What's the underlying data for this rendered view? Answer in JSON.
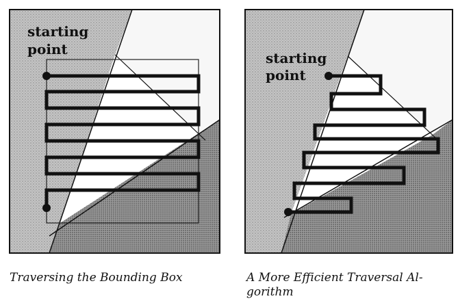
{
  "panels": [
    {
      "start_label_line1": "starting",
      "start_label_line2": "point",
      "caption": "Traversing the Bounding Box"
    },
    {
      "start_label_line1": "starting",
      "start_label_line2": "point",
      "caption_line1": "A More Efficient Traversal Al-",
      "caption_line2": "gorithm"
    }
  ],
  "colors": {
    "light_region": "#bdbdbd",
    "dark_region": "#8e8e8e",
    "triangle": "#ffffff",
    "path": "#111111"
  }
}
